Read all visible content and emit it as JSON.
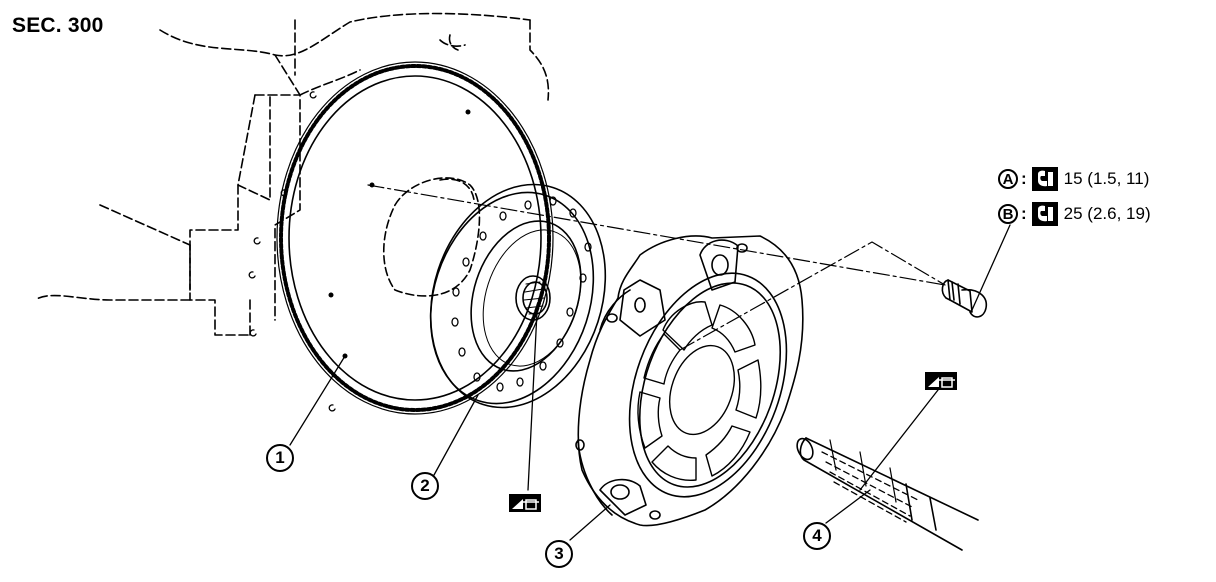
{
  "section": "SEC. 300",
  "torque_specs": [
    {
      "letter": "A",
      "value": "15 (1.5, 11)"
    },
    {
      "letter": "B",
      "value": "25 (2.6, 19)"
    }
  ],
  "callouts": [
    "1",
    "2",
    "3",
    "4"
  ],
  "icons": [
    "torque-wrench-icon",
    "grease-application-icon"
  ]
}
